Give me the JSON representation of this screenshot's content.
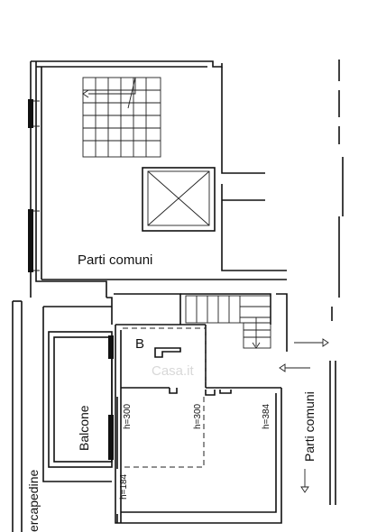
{
  "labels": {
    "parti_comuni_main": "Parti comuni",
    "parti_comuni_side": "Parti comuni",
    "room_b": "B",
    "balcone": "Balcone",
    "intercapedine": "ercapedine",
    "h_300_left": "h=300",
    "h_300_mid": "h=300",
    "h_384": "h=384",
    "h_184": "h=184"
  },
  "watermark": "Casa.it"
}
